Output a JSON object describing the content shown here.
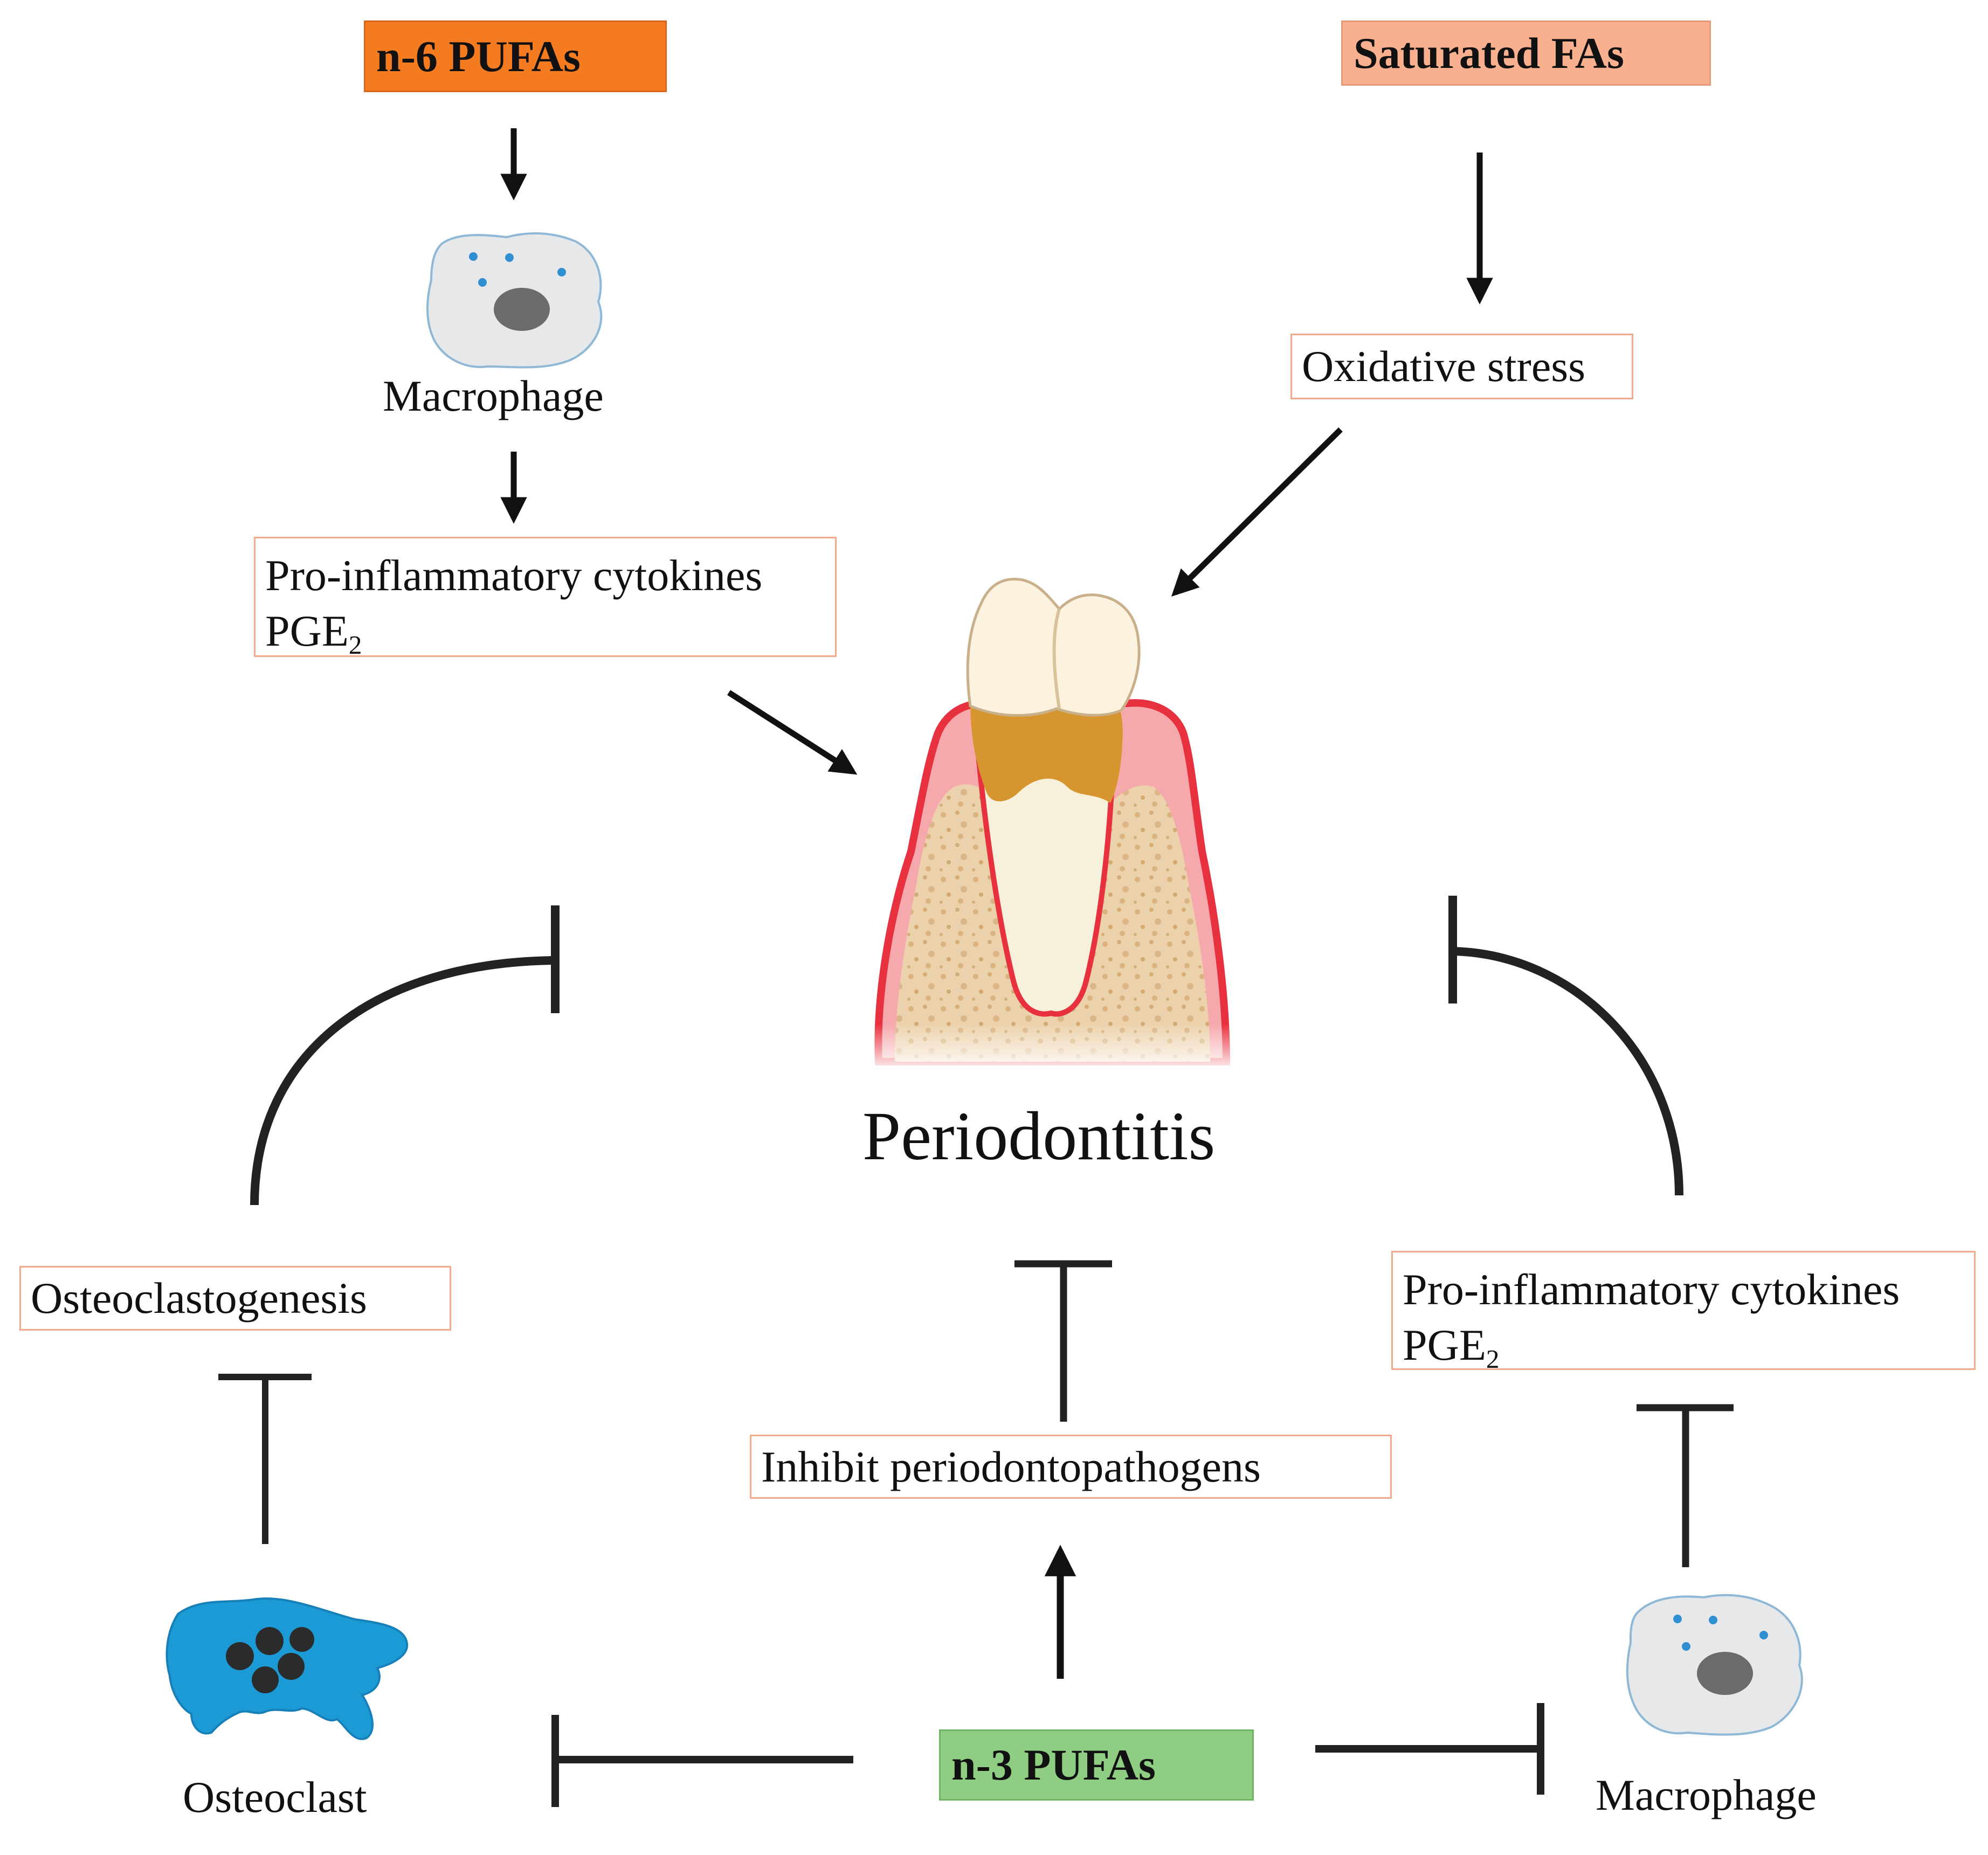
{
  "top_left": {
    "header": "n-6 PUFAs",
    "cell_label": "Macrophage",
    "effect_line1": "Pro-inflammatory cytokines",
    "effect_line2": "PGE",
    "effect_sub": "2"
  },
  "top_right": {
    "header": "Saturated FAs",
    "effect": "Oxidative stress"
  },
  "center": {
    "title": "Periodontitis"
  },
  "bottom": {
    "header": "n-3 PUFAs",
    "left_effect": "Osteoclastogenesis",
    "left_cell_label": "Osteoclast",
    "center_effect": "Inhibit periodontopathogens",
    "right_effect_line1": "Pro-inflammatory cytokines",
    "right_effect_line2": "PGE",
    "right_effect_sub": "2",
    "right_cell_label": "Macrophage"
  },
  "colors": {
    "n6_header": "#f47b20",
    "saturated_header": "#f8b08f",
    "n3_header": "#8fce82",
    "box_border": "#f4a98a",
    "osteoclast": "#1b9ad6",
    "macrophage": "#e6e8ea"
  }
}
